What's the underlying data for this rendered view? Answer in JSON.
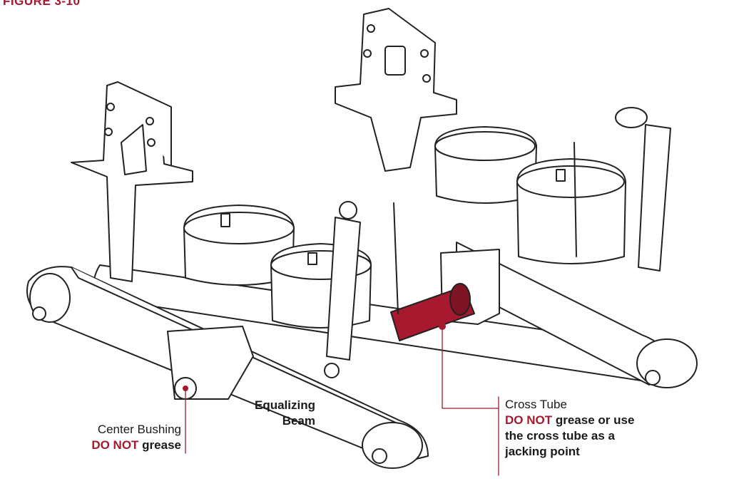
{
  "figure": {
    "title": "FIGURE 3-10"
  },
  "colors": {
    "accent": "#a6192e",
    "line": "#222222"
  },
  "labels": {
    "center_bushing": {
      "name": "Center Bushing",
      "warn": "DO NOT",
      "rest": "grease"
    },
    "equalizing_beam": {
      "line1": "Equalizing",
      "line2": "Beam"
    },
    "cross_tube": {
      "name": "Cross Tube",
      "warn": "DO NOT",
      "rest1": "grease or use",
      "rest2": "the cross tube as a",
      "rest3": "jacking point"
    }
  }
}
